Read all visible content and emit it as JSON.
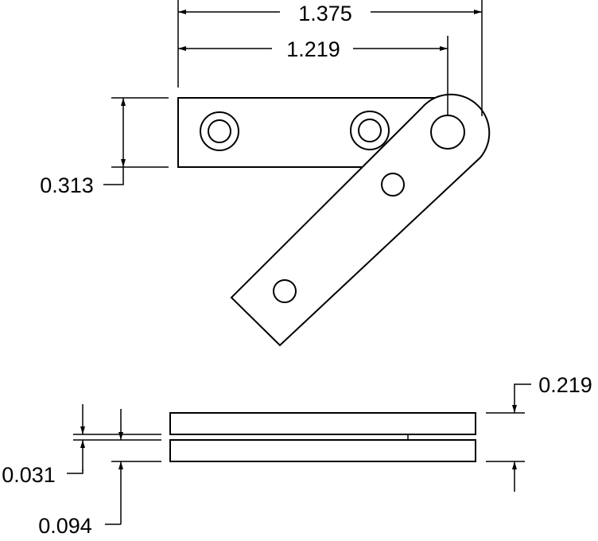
{
  "dimensions": {
    "overall_length": "1.375",
    "pivot_center_length": "1.219",
    "leaf_width": "0.313",
    "total_thickness": "0.219",
    "gap": "0.031",
    "leaf_thickness": "0.094"
  }
}
